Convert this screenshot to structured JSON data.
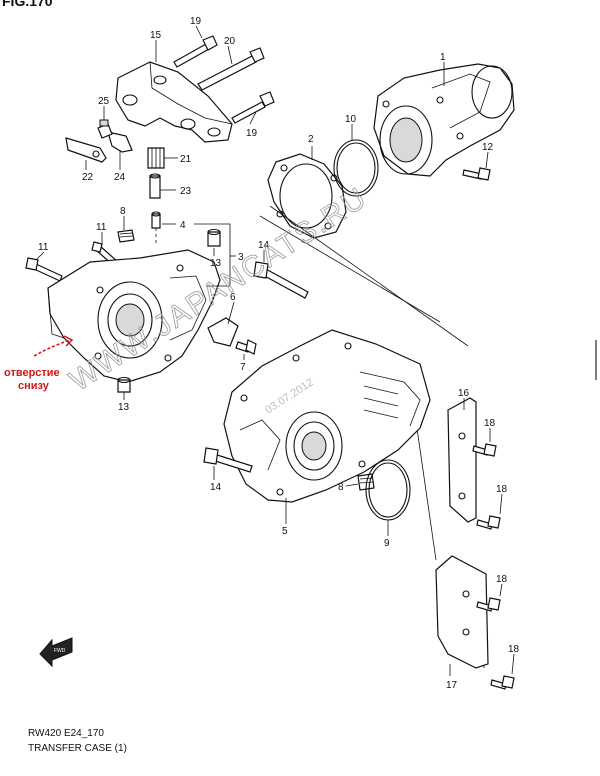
{
  "figure_label": "FIG.170",
  "watermark": "WWW.JAPANCATS.RU",
  "date_stamp": "03.07.2012",
  "annotation": {
    "line1": "отверстие",
    "line2": "снизу"
  },
  "fwd_label": "FWD",
  "footer": {
    "code": "RW420 E24_170",
    "title": "TRANSFER CASE (1)"
  },
  "callouts": [
    "1",
    "2",
    "3",
    "4",
    "5",
    "6",
    "7",
    "8",
    "8",
    "9",
    "10",
    "11",
    "11",
    "12",
    "13",
    "13",
    "14",
    "14",
    "15",
    "16",
    "17",
    "18",
    "18",
    "18",
    "18",
    "19",
    "19",
    "20",
    "21",
    "22",
    "23",
    "24",
    "25"
  ],
  "colors": {
    "line": "#111111",
    "annotation": "#d01818",
    "watermark": "#9a9a9a"
  }
}
